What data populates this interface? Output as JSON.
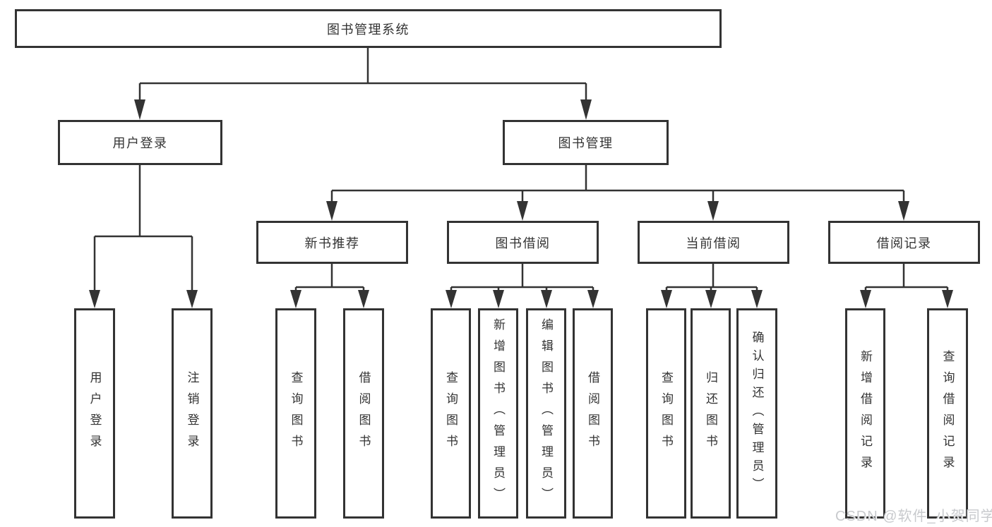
{
  "tree": {
    "root": {
      "label": "图书管理系统"
    },
    "level2": [
      {
        "label": "用户登录"
      },
      {
        "label": "图书管理"
      }
    ],
    "level3": [
      {
        "label": "新书推荐"
      },
      {
        "label": "图书借阅"
      },
      {
        "label": "当前借阅"
      },
      {
        "label": "借阅记录"
      }
    ],
    "leaves": [
      {
        "label": "用户登录",
        "parent": "用户登录"
      },
      {
        "label": "注销登录",
        "parent": "用户登录"
      },
      {
        "label": "查询图书",
        "parent": "新书推荐"
      },
      {
        "label": "借阅图书",
        "parent": "新书推荐"
      },
      {
        "label": "查询图书",
        "parent": "图书借阅"
      },
      {
        "label": "新增图书（管理员）",
        "parent": "图书借阅"
      },
      {
        "label": "编辑图书（管理员）",
        "parent": "图书借阅"
      },
      {
        "label": "借阅图书",
        "parent": "图书借阅"
      },
      {
        "label": "查询图书",
        "parent": "当前借阅"
      },
      {
        "label": "归还图书",
        "parent": "当前借阅"
      },
      {
        "label": "确认归还（管理员）",
        "parent": "当前借阅"
      },
      {
        "label": "新增借阅记录",
        "parent": "借阅记录"
      },
      {
        "label": "查询借阅记录",
        "parent": "借阅记录"
      }
    ]
  },
  "watermark": "CSDN @软件_小贺同学",
  "colors": {
    "line": "#333333",
    "text": "#333333",
    "box_background": "#ffffff",
    "watermark": "#c8cacd"
  }
}
